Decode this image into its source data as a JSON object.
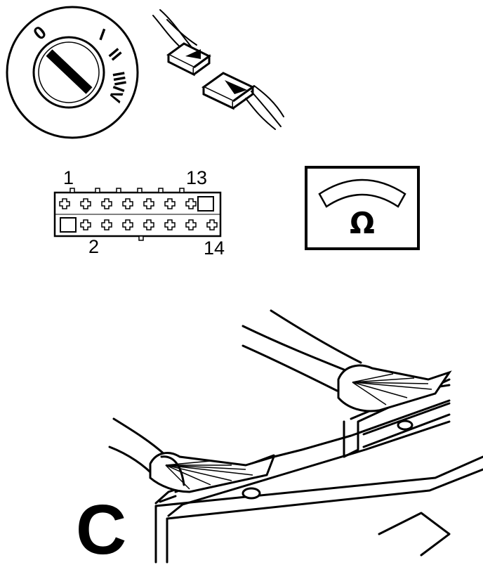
{
  "ignition": {
    "positions": [
      "0",
      "I",
      "II",
      "III",
      "IV"
    ]
  },
  "connector": {
    "pin_top_left": "1",
    "pin_top_right": "13",
    "pin_bottom_left": "2",
    "pin_bottom_right": "14"
  },
  "meter": {
    "symbol": "Ω",
    "icon": "ohmmeter-icon"
  },
  "detail": {
    "letter": "C"
  },
  "colors": {
    "ink": "#000000",
    "paper": "#ffffff"
  }
}
